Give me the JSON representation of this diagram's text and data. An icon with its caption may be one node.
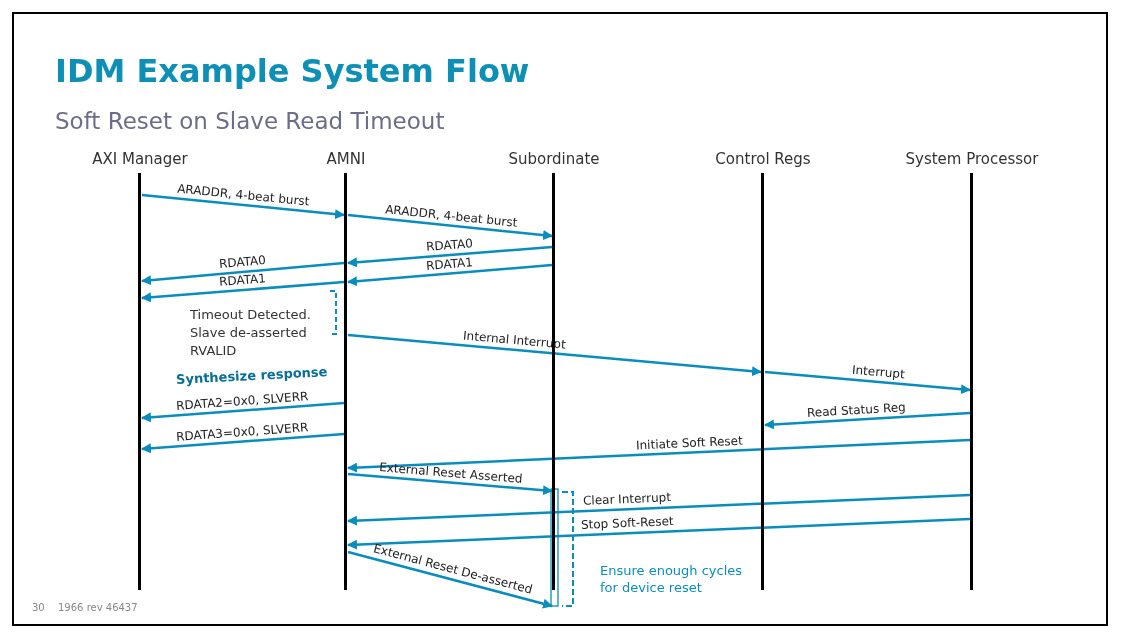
{
  "diagram": {
    "title": "IDM Example System Flow",
    "nodes": [
      {
        "text": [
          "AXI Manager"
        ]
      },
      {
        "text": [
          "AMNI"
        ]
      },
      {
        "text": [
          "Subordinate"
        ]
      },
      {
        "text": [
          "Control Regs"
        ]
      },
      {
        "text": [
          "System Processor"
        ]
      }
    ],
    "edges": [
      {
        "from": 0,
        "to": 1,
        "arrow": "to",
        "label": "ARADDR, 4-beat burst"
      },
      {
        "from": 1,
        "to": 2,
        "arrow": "to",
        "label": "ARADDR, 4-beat burst"
      },
      {
        "from": 2,
        "to": 1,
        "arrow": "to",
        "label": "RDATA0"
      },
      {
        "from": 1,
        "to": 0,
        "arrow": "to",
        "label": "RDATA0"
      },
      {
        "from": 2,
        "to": 1,
        "arrow": "to",
        "label": "RDATA1"
      },
      {
        "from": 1,
        "to": 0,
        "arrow": "to",
        "label": "RDATA1"
      },
      {
        "from": 1,
        "to": 3,
        "arrow": "to",
        "label": "Internal Interrupt"
      },
      {
        "from": 3,
        "to": 4,
        "arrow": "to",
        "label": "Interrupt"
      },
      {
        "from": 4,
        "to": 3,
        "arrow": "to",
        "label": "Read Status Reg"
      },
      {
        "from": 1,
        "to": 0,
        "arrow": "to",
        "label": "RDATA2=0x0, SLVERR"
      },
      {
        "from": 1,
        "to": 0,
        "arrow": "to",
        "label": "RDATA3=0x0, SLVERR"
      },
      {
        "from": 4,
        "to": 1,
        "arrow": "to",
        "label": "Initiate Soft Reset"
      },
      {
        "from": 1,
        "to": 2,
        "arrow": "to",
        "label": "External Reset Asserted"
      },
      {
        "from": 4,
        "to": 1,
        "arrow": "to",
        "label": "Clear Interrupt"
      },
      {
        "from": 4,
        "to": 1,
        "arrow": "to",
        "label": "Stop Soft-Reset"
      },
      {
        "from": 1,
        "to": 2,
        "arrow": "to",
        "label": "External Reset De-asserted"
      }
    ],
    "labels": [
      "Soft Reset on Slave Read Timeout",
      "Timeout Detected. Slave de-asserted RVALID",
      "Synthesize response",
      "Ensure enough cycles for device reset",
      "30",
      "1966 rev 46437"
    ]
  }
}
